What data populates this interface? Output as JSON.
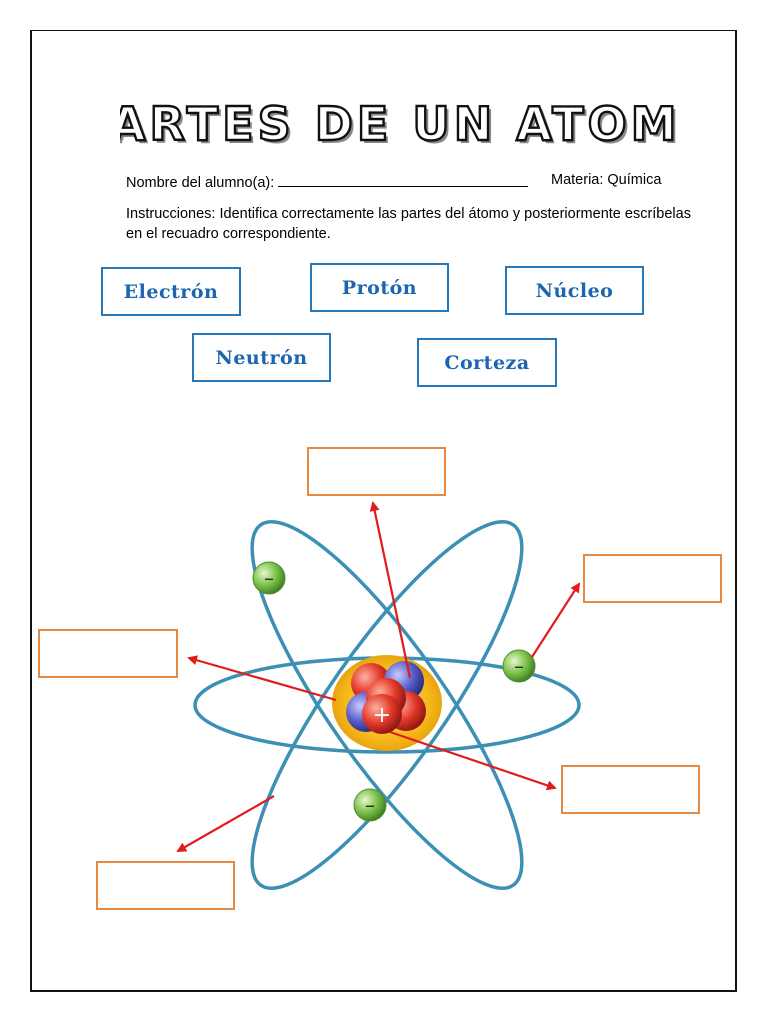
{
  "worksheet": {
    "title": "PARTES DE UN ATOMO",
    "student_label": "Nombre del alumno(a):",
    "subject_label": "Materia: Química",
    "instructions": "Instrucciones: Identifica correctamente las partes del átomo y posteriormente escríbelas en el recuadro correspondiente."
  },
  "word_bank": {
    "electron": "Electrón",
    "proton": "Protón",
    "nucleus": "Núcleo",
    "neutron": "Neutrón",
    "shell": "Corteza"
  },
  "atom": {
    "electron_sign": "–",
    "proton_sign": "+",
    "orbit_color": "#3c8fb5",
    "arrow_color": "#e21b1b",
    "proton_color": "#e23a2a",
    "neutron_color": "#5a5fc8",
    "nucleus_glow": "#f6b81a",
    "electron_color": "#7cc14a"
  },
  "colors": {
    "word_box_border": "#2778b8",
    "word_text": "#1c65b0",
    "answer_box_border": "#e58a42"
  }
}
